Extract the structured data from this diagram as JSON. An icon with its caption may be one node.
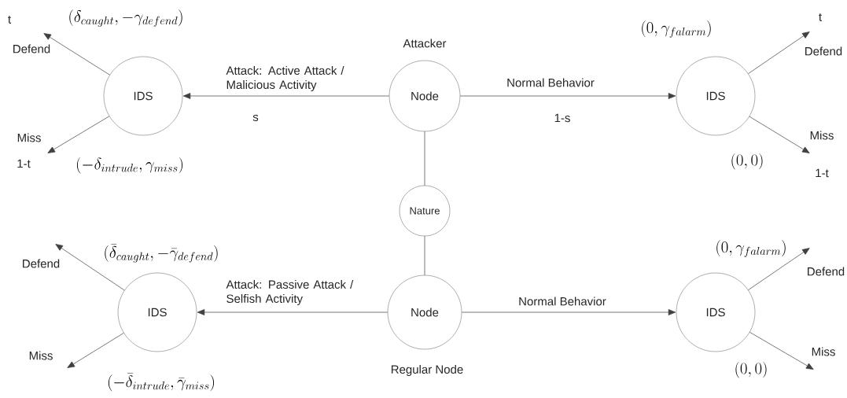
{
  "diagram": {
    "nodes": [
      {
        "text": [
          "Node"
        ],
        "beside": [
          "Attacker"
        ]
      },
      {
        "text": [
          "IDS"
        ]
      },
      {
        "text": [
          "IDS"
        ]
      },
      {
        "text": [
          "Nature"
        ]
      },
      {
        "text": [
          "Node"
        ],
        "beside": [
          "Regular Node"
        ]
      },
      {
        "text": [
          "IDS"
        ]
      },
      {
        "text": [
          "IDS"
        ]
      }
    ],
    "edges": [
      {
        "from": 0,
        "to": 1,
        "arrow": "to",
        "label": "Attack: Active Attack / Malicious Activity"
      },
      {
        "from": 0,
        "to": 2,
        "arrow": "to",
        "label": "Normal Behavior"
      },
      {
        "from": 0,
        "to": 3,
        "arrow": "none"
      },
      {
        "from": 3,
        "to": 4,
        "arrow": "none"
      },
      {
        "from": 4,
        "to": 5,
        "arrow": "to",
        "label": "Attack: Passive Attack / Selfish Activity"
      },
      {
        "from": 4,
        "to": 6,
        "arrow": "to",
        "label": "Normal Behavior"
      },
      {
        "from": 1,
        "to": null,
        "arrow": "to",
        "label": "Defend"
      },
      {
        "from": 1,
        "to": null,
        "arrow": "to",
        "label": "Miss"
      },
      {
        "from": 2,
        "to": null,
        "arrow": "to",
        "label": "Defend"
      },
      {
        "from": 2,
        "to": null,
        "arrow": "to",
        "label": "Miss"
      },
      {
        "from": 5,
        "to": null,
        "arrow": "to",
        "label": "Defend"
      },
      {
        "from": 5,
        "to": null,
        "arrow": "to",
        "label": "Miss"
      },
      {
        "from": 6,
        "to": null,
        "arrow": "to",
        "label": "Defend"
      },
      {
        "from": 6,
        "to": null,
        "arrow": "to",
        "label": "Miss"
      }
    ],
    "labels": [
      "t",
      "(\\delta_{caught}, -\\gamma_{defend})",
      "(0, \\gamma_{falarm})",
      "t",
      "s",
      "1-s",
      "1-t",
      "(-\\delta_{intrude}, \\gamma_{miss})",
      "(0,0)",
      "1-t",
      "(\\bar{\\delta}_{caught}, -\\bar{\\gamma}_{defend})",
      "(0, \\gamma_{falarm})",
      "(-\\bar{\\delta}_{intrude}, \\bar{\\gamma}_{miss})",
      "(0,0)"
    ]
  }
}
